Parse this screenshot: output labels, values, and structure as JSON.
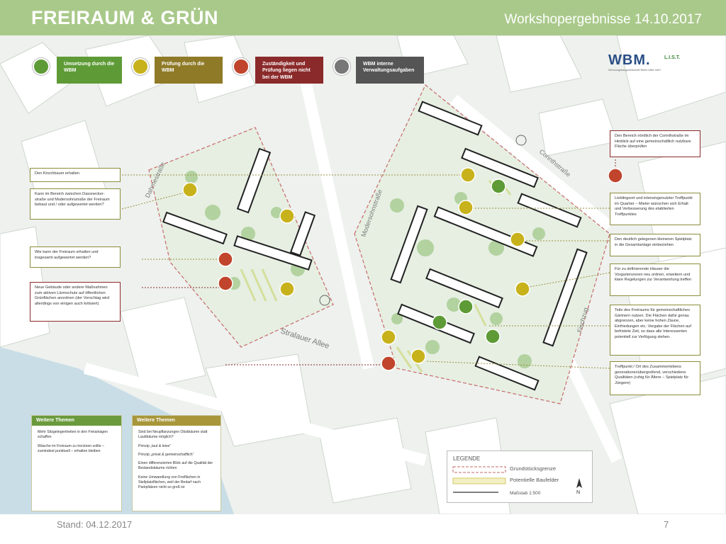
{
  "header": {
    "title": "FREIRAUM & GRÜN",
    "subtitle": "Workshopergebnisse 14.10.2017"
  },
  "status_legend": [
    {
      "label": "Umsetzung durch die WBM",
      "color": "#5e9b36"
    },
    {
      "label": "Prüfung durch die WBM",
      "color": "#c8b21c"
    },
    {
      "label": "Zuständigkeit und Prüfung liegen nicht bei der WBM",
      "color": "#c0452c"
    },
    {
      "label": "WBM interne Verwaltungsaufgaben",
      "color": "#777777"
    }
  ],
  "logos": {
    "wbm": "WBM.",
    "wbm_sub": "Wohnungsbaugesellschaft Berlin-Mitte mbH",
    "list": "L.I.S.T."
  },
  "map_labels": {
    "street_dahme": "Dahmestraße",
    "street_moden": "Modersohnstraße",
    "street_corinth": "Corinthstraße",
    "street_stralauer": "Stralauer Allee",
    "street_fischzug": "Fischzug"
  },
  "callouts_left": [
    {
      "text": "Den Kirschbaum erhalten",
      "tone": "olive"
    },
    {
      "text": "Kann im Bereich zwischen Dassnecker-straße und Modersohnstraße der Freiraum bebaut und / oder aufgewertet werden?",
      "tone": "olive"
    },
    {
      "text": "Wie kann der Freiraum erhalten und insgesamt aufgewertet werden?",
      "tone": "olive"
    },
    {
      "text": "Neue Gebäude oder andere Maßnahmen zum aktiven Lärmschutz auf öffentlichen Grünflächen anordnen (der Vorschlag wird allerdings von einigen auch kritisiert)",
      "tone": "red"
    }
  ],
  "callouts_right": [
    {
      "text": "Den Bereich nördlich der Corinthstraße im Hinblick auf eine gemeinschaftlich nutzbare Fläche überprüfen",
      "tone": "red"
    },
    {
      "text": "Lieblingsort und intensivgenutzter Treffpunkt im Quartier – Mieter wünschen sich Erhalt und Verbesserung des etablierten Treffpunktes",
      "tone": "olive"
    },
    {
      "text": "Den deutlich gelegenen kleineren Spielplatz in die Gesamtanlage einbeziehen",
      "tone": "olive"
    },
    {
      "text": "Für zu definierende Häuser die Vorgartenzonen neu ordnen, erweitern und klare Regelungen zur Verantwortung treffen",
      "tone": "olive"
    },
    {
      "text": "Teile des Freiraums für gemeinschaftliches Gärtnern nutzen. Die Flächen dafür genau abgrenzen, aber keine hohen Zäune, Einfriedungen etc. Vergabe der Flächen auf befristete Zeit, so dass alle Interessenten potentiell zur Verfügung stehen.",
      "tone": "olive"
    },
    {
      "text": "Treffpunkt / Ort des Zusammenlebens generationenübergreifend, verschiedene Qualitäten (ruhig für Ältere – Spielplatz für Jüngere)",
      "tone": "olive"
    }
  ],
  "themes": [
    {
      "heading": "Weitere Themen",
      "color": "#6a9a3c",
      "items": [
        "Mehr Sitzgelegenheiten in den Freianlagen schaffen",
        "Wäsche im Freiraum zu trocknen sollte – zumindest punktuell – erhalten bleiben"
      ]
    },
    {
      "heading": "Weitere Themen",
      "color": "#a8963a",
      "items": [
        "Sind bei Neupflanzungen Obstbäume statt Laubbäume möglich?",
        "Prinzip „laut & leise“",
        "Prinzip „privat & gemeinschaftlich“",
        "Einen differenzierten Blick auf die Qualität der Bestandsbäume richten",
        "Keine Umwandlung von Freiflächen in Stellplatzflächen, weil der Bedarf nach Parkplätzen nicht so groß ist"
      ]
    }
  ],
  "legend": {
    "title": "LEGENDE",
    "row1": "Grundstücksgrenze",
    "row2": "Potentielle Baufelder",
    "scale": "Maßstab 1:500",
    "north": "N"
  },
  "footer": {
    "stand": "Stand: 04.12.2017",
    "page": "7"
  },
  "colors": {
    "header": "#a9c98a",
    "green": "#5e9b36",
    "yellow": "#c8b21c",
    "red": "#c0452c",
    "grey": "#777777"
  }
}
